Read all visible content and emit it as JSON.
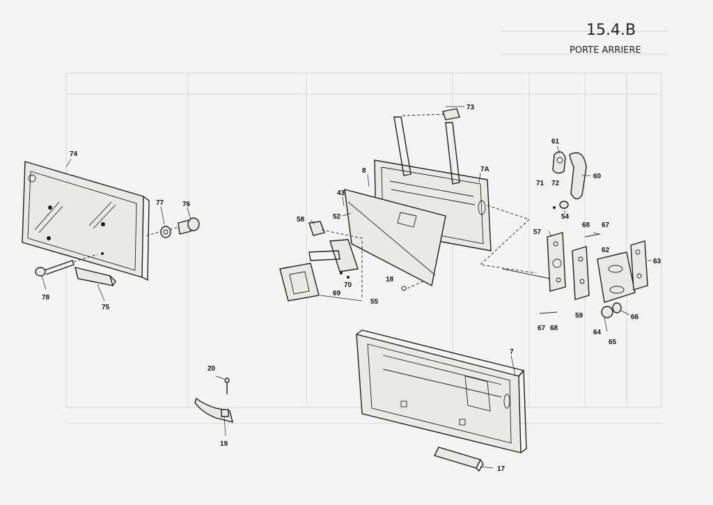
{
  "header": {
    "code": "15.4.B",
    "title": "PORTE ARRIERE"
  },
  "callouts": {
    "c73": "73",
    "c8": "8",
    "c7a": "7A",
    "c43": "43",
    "c52": "52",
    "c58": "58",
    "c61": "61",
    "c71": "71",
    "c72": "72",
    "c60": "60",
    "c54": "54",
    "c57": "57",
    "c68a": "68",
    "c67a": "67",
    "c62": "62",
    "c63": "63",
    "c74": "74",
    "c77": "77",
    "c76": "76",
    "c78": "78",
    "c75": "75",
    "c69": "69",
    "c70": "70",
    "c55": "55",
    "c18": "18",
    "c67b": "67",
    "c68b": "68",
    "c59": "59",
    "c64": "64",
    "c65": "65",
    "c66": "66",
    "c7": "7",
    "c20": "20",
    "c19": "19",
    "c17": "17"
  },
  "colors": {
    "paper": "#f4f4f2",
    "ink": "#1d1d1d",
    "bleed": "#b9b9b6"
  }
}
